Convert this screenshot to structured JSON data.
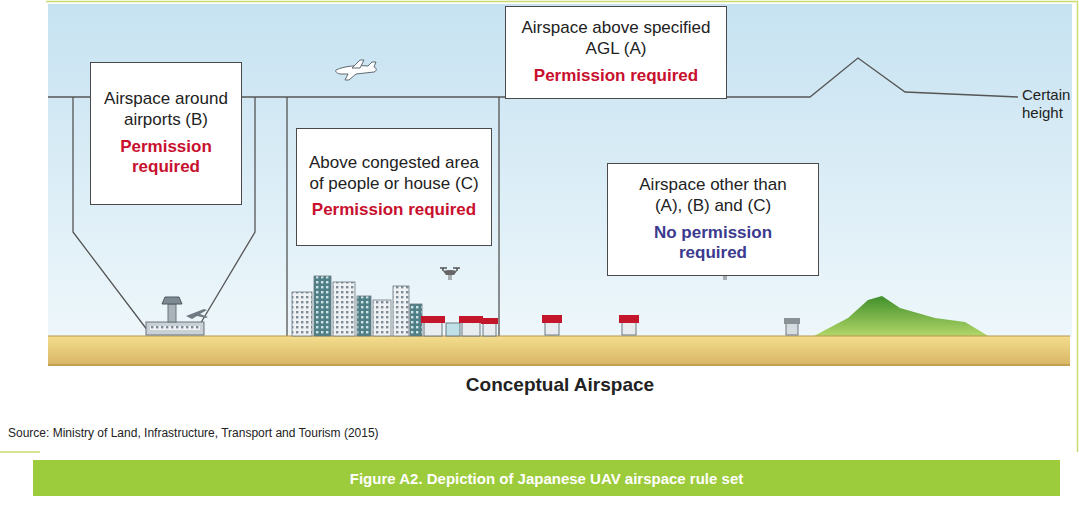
{
  "diagram": {
    "caption": "Figure A2. Depiction of Japanese UAV airspace rule set",
    "nodes": [
      {
        "text": [
          "Airspace around airports (B)",
          "Permission required"
        ]
      },
      {
        "text": [
          "Above congested area of people or house (C)",
          "Permission required"
        ]
      },
      {
        "text": [
          "Airspace above specified AGL (A)",
          "Permission required"
        ]
      },
      {
        "text": [
          "Airspace other than (A), (B) and (C)",
          "No permission required"
        ]
      }
    ],
    "labels": [
      "Certain height",
      "Conceptual Airspace",
      "Source: Ministry of Land, Infrastructure, Transport and Tourism (2015)"
    ]
  }
}
